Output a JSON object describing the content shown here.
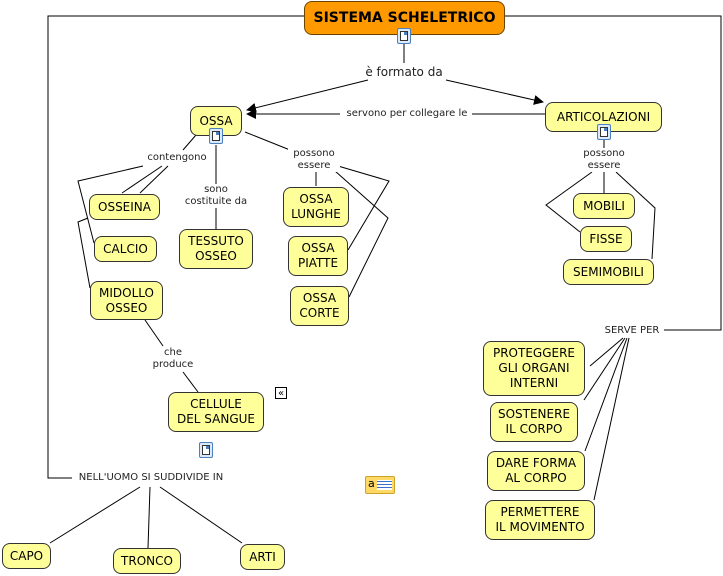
{
  "diagram": {
    "title": "SISTEMA SCHELETRICO",
    "nodes": {
      "ossa": "OSSA",
      "articolazioni": "ARTICOLAZIONI",
      "osseina": "OSSEINA",
      "calcio": "CALCIO",
      "midollo_osseo": "MIDOLLO\nOSSEO",
      "tessuto_osseo": "TESSUTO\nOSSEO",
      "ossa_lunghe": "OSSA\nLUNGHE",
      "ossa_piatte": "OSSA\nPIATTE",
      "ossa_corte": "OSSA\nCORTE",
      "cellule_sangue": "CELLULE\nDEL SANGUE",
      "mobili": "MOBILI",
      "fisse": "FISSE",
      "semimobili": "SEMIMOBILI",
      "proteggere": "PROTEGGERE\nGLI ORGANI\nINTERNI",
      "sostenere": "SOSTENERE\nIL CORPO",
      "dare_forma": "DARE FORMA\nAL CORPO",
      "permettere": "PERMETTERE\nIL MOVIMENTO",
      "capo": "CAPO",
      "tronco": "TRONCO",
      "arti": "ARTI"
    },
    "links": {
      "formato_da": "è formato da",
      "servono_per": "servono per collegare le",
      "contengono": "contengono",
      "costituite_da": "sono\ncostituite da",
      "possono_ossa": "possono\nessere",
      "possono_art": "possono\nessere",
      "che_produce": "che\nproduce",
      "serve_per": "SERVE PER",
      "suddivide": "NELL'UOMO SI SUDDIVIDE IN"
    },
    "icons": {
      "resource": "document-image-icon",
      "collapse": "collapse-left-icon",
      "collapse_glyph": "«",
      "note": "annotation-note-icon",
      "note_glyph": "a"
    },
    "colors": {
      "root_fill": "#ff9900",
      "node_fill": "#ffff99",
      "line": "#000000"
    }
  }
}
